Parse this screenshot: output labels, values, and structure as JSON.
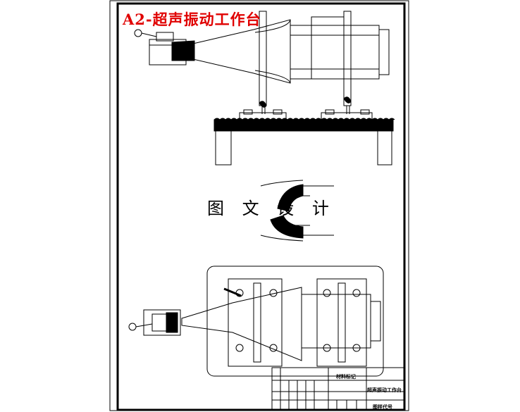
{
  "drawing": {
    "title_label": "A2-超声振动工作台",
    "watermark": "图 文 设 计"
  },
  "title_block": {
    "material_mark": "材料标记",
    "drawing_name": "超声振动工作台",
    "drawing_code": "图样代号"
  },
  "colors": {
    "line": "#000000",
    "title": "#e00000",
    "background": "#ffffff"
  }
}
